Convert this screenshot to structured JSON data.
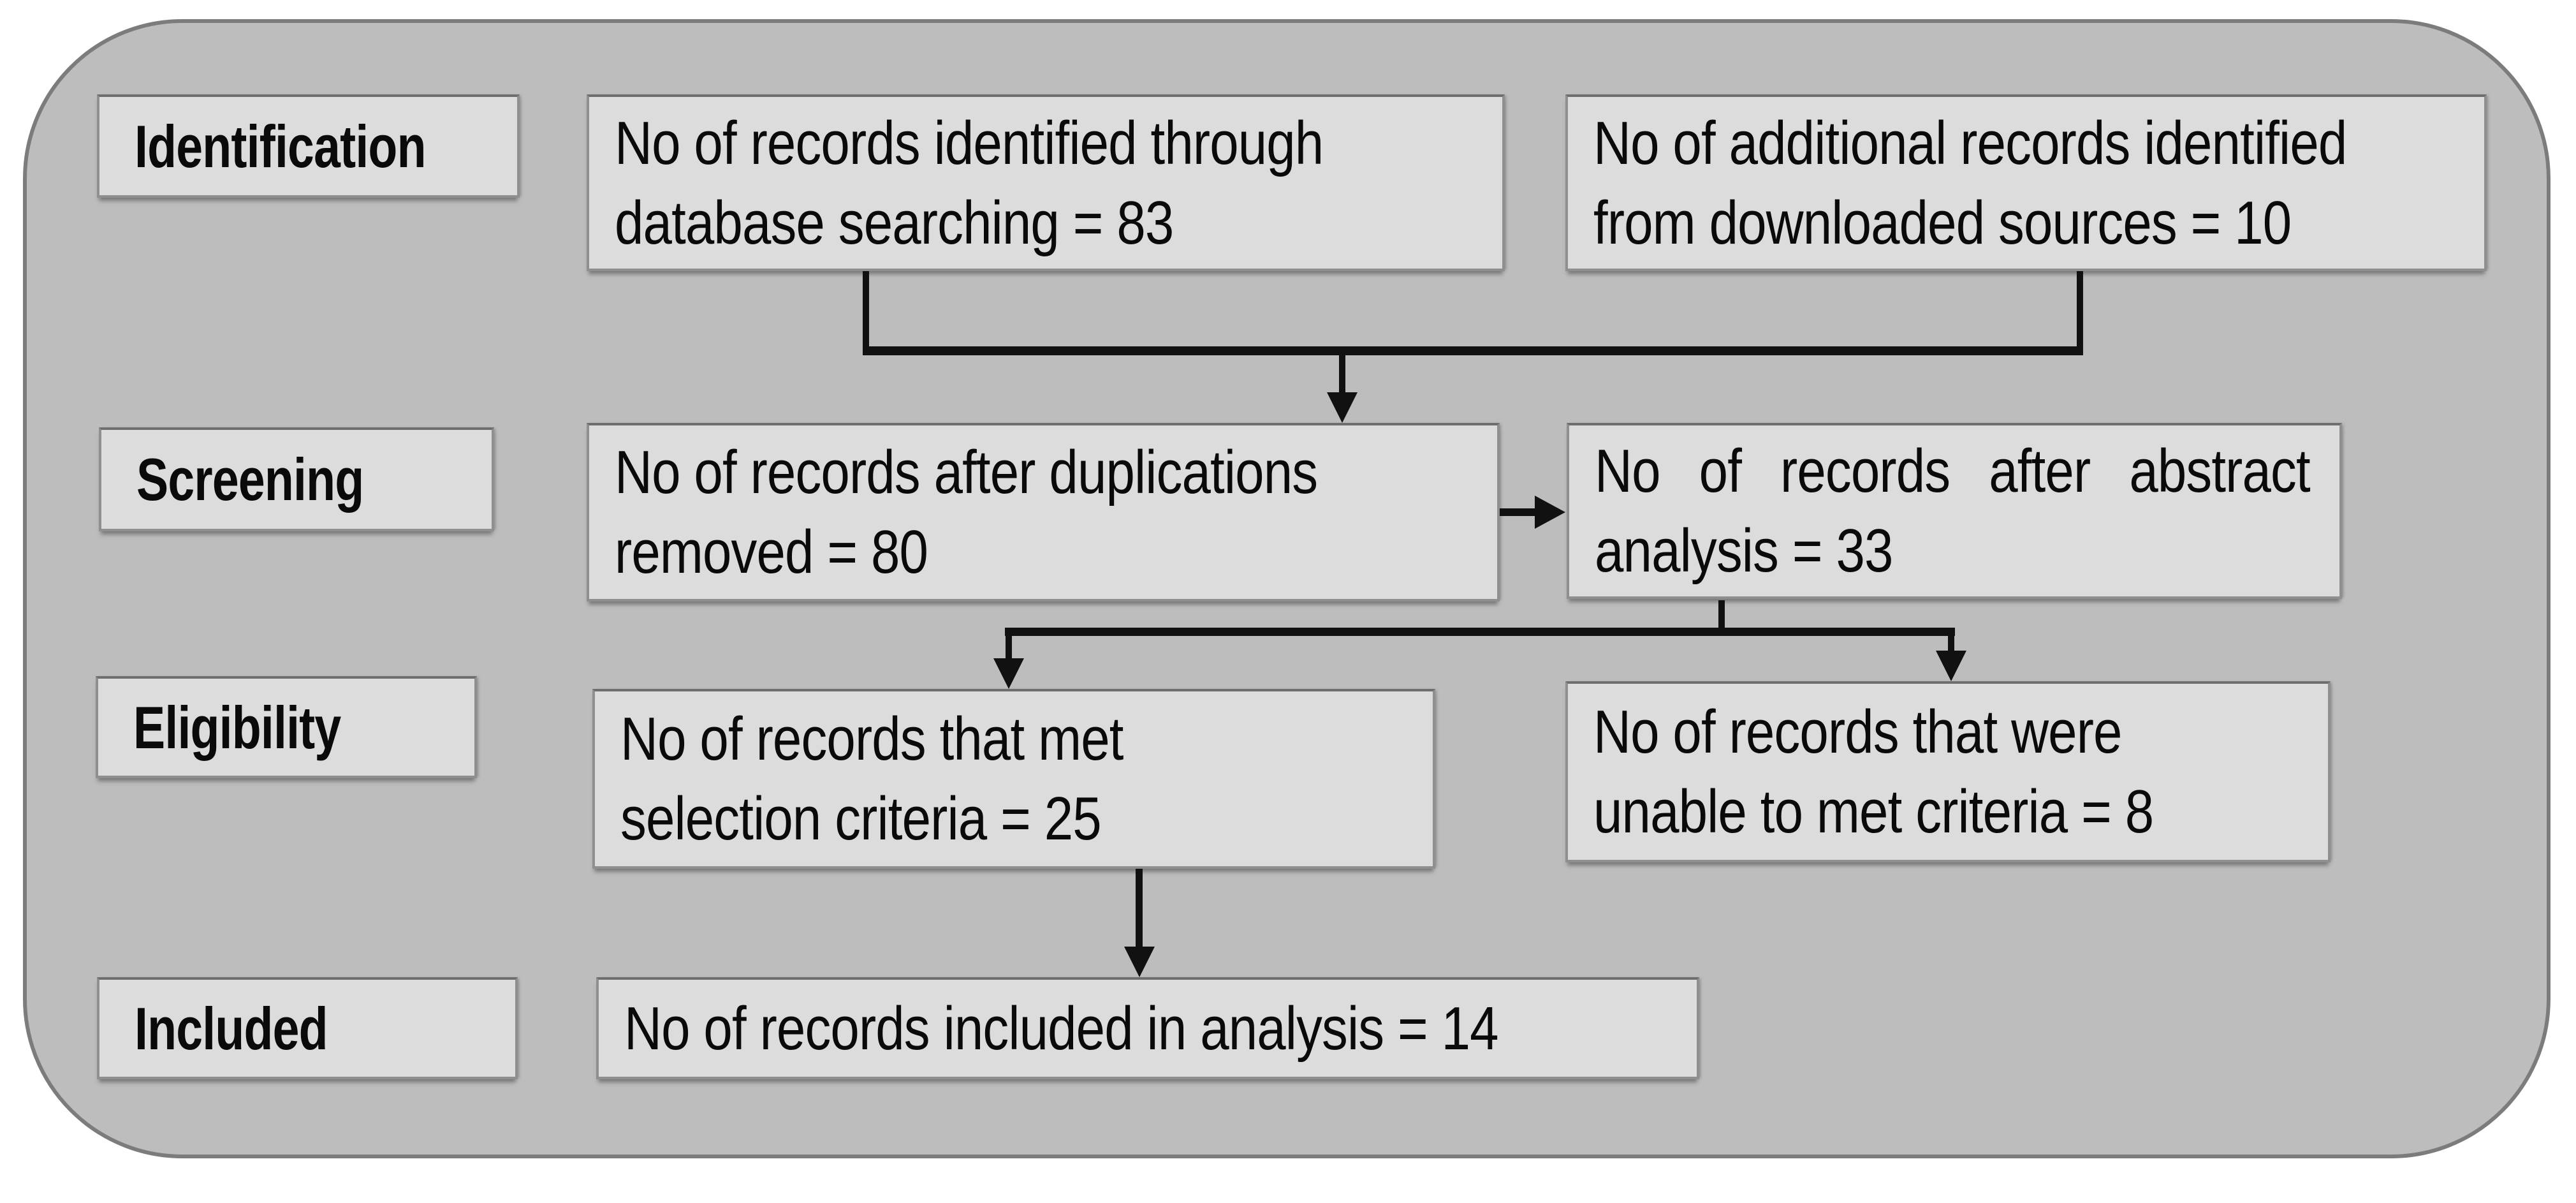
{
  "diagram": {
    "type": "prisma-flow",
    "colors": {
      "panel_fill": "#bdbdbd",
      "panel_border": "#7c7c7c",
      "box_fill": "#dcdcdc",
      "box_border": "#8f8f8f",
      "connector": "#111111",
      "text": "#0a0a0a"
    },
    "stage_labels": {
      "identification": "Identification",
      "screening": "Screening",
      "eligibility": "Eligibility",
      "included": "Included"
    },
    "boxes": {
      "database_search": {
        "line1": "No of records identified through",
        "line2": "database searching = 83",
        "value": 83
      },
      "additional_sources": {
        "line1": "No of additional records identified",
        "line2": "from downloaded sources = 10",
        "value": 10
      },
      "after_duplications": {
        "line1": "No of records after duplications",
        "line2": "removed = 80",
        "value": 80
      },
      "after_abstract": {
        "line1": "No of records after abstract",
        "line2": "analysis = 33",
        "value": 33
      },
      "met_criteria": {
        "line1": "No of records that met",
        "line2": "selection criteria = 25",
        "value": 25
      },
      "unmet_criteria": {
        "line1": "No of records that were",
        "line2": "unable to met criteria = 8",
        "value": 8
      },
      "included_analysis": {
        "line1": "No of records included in analysis = 14",
        "value": 14
      }
    }
  }
}
